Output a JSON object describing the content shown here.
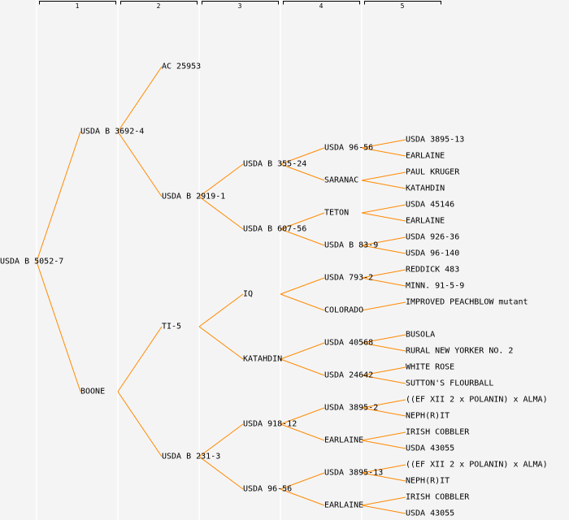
{
  "header": {
    "columns": [
      "1",
      "2",
      "3",
      "4",
      "5"
    ]
  },
  "colors": {
    "line": "#ff8a00",
    "background": "#f4f4f4",
    "grid": "#ffffff"
  },
  "tree": {
    "name": "USDA B 5052-7",
    "children": [
      {
        "name": "USDA B 3692-4",
        "children": [
          {
            "name": "AC 25953",
            "children": []
          },
          {
            "name": "USDA B 2919-1",
            "children": [
              {
                "name": "USDA B 355-24",
                "children": [
                  {
                    "name": "USDA 96-56",
                    "children": [
                      {
                        "name": "USDA 3895-13"
                      },
                      {
                        "name": "EARLAINE"
                      }
                    ]
                  },
                  {
                    "name": "SARANAC",
                    "children": [
                      {
                        "name": "PAUL KRUGER"
                      },
                      {
                        "name": "KATAHDIN"
                      }
                    ]
                  }
                ]
              },
              {
                "name": "USDA B 607-56",
                "children": [
                  {
                    "name": "TETON",
                    "children": [
                      {
                        "name": "USDA 45146"
                      },
                      {
                        "name": "EARLAINE"
                      }
                    ]
                  },
                  {
                    "name": "USDA B 83-9",
                    "children": [
                      {
                        "name": "USDA 926-36"
                      },
                      {
                        "name": "USDA 96-140"
                      }
                    ]
                  }
                ]
              }
            ]
          }
        ]
      },
      {
        "name": "BOONE",
        "children": [
          {
            "name": "TI-5",
            "children": [
              {
                "name": "IQ",
                "children": [
                  {
                    "name": "USDA 793-2",
                    "children": [
                      {
                        "name": "REDDICK 483"
                      },
                      {
                        "name": "MINN. 91-5-9"
                      }
                    ]
                  },
                  {
                    "name": "COLORADO",
                    "children": [
                      {
                        "name": "IMPROVED PEACHBLOW mutant"
                      },
                      null
                    ]
                  }
                ]
              },
              {
                "name": "KATAHDIN",
                "children": [
                  {
                    "name": "USDA 40568",
                    "children": [
                      {
                        "name": "BUSOLA"
                      },
                      {
                        "name": "RURAL NEW YORKER NO. 2"
                      }
                    ]
                  },
                  {
                    "name": "USDA 24642",
                    "children": [
                      {
                        "name": "WHITE ROSE"
                      },
                      {
                        "name": "SUTTON'S FLOURBALL"
                      }
                    ]
                  }
                ]
              }
            ]
          },
          {
            "name": "USDA B 231-3",
            "children": [
              {
                "name": "USDA 918-12",
                "children": [
                  {
                    "name": "USDA 3895-2",
                    "children": [
                      {
                        "name": "((EF XII 2 x POLANIN) x ALMA)"
                      },
                      {
                        "name": "NEPH(R)IT"
                      }
                    ]
                  },
                  {
                    "name": "EARLAINE",
                    "children": [
                      {
                        "name": "IRISH COBBLER"
                      },
                      {
                        "name": "USDA 43055"
                      }
                    ]
                  }
                ]
              },
              {
                "name": "USDA 96-56",
                "children": [
                  {
                    "name": "USDA 3895-13",
                    "children": [
                      {
                        "name": "((EF XII 2 x POLANIN) x ALMA)"
                      },
                      {
                        "name": "NEPH(R)IT"
                      }
                    ]
                  },
                  {
                    "name": "EARLAINE",
                    "children": [
                      {
                        "name": "IRISH COBBLER"
                      },
                      {
                        "name": "USDA 43055"
                      }
                    ]
                  }
                ]
              }
            ]
          }
        ]
      }
    ]
  }
}
